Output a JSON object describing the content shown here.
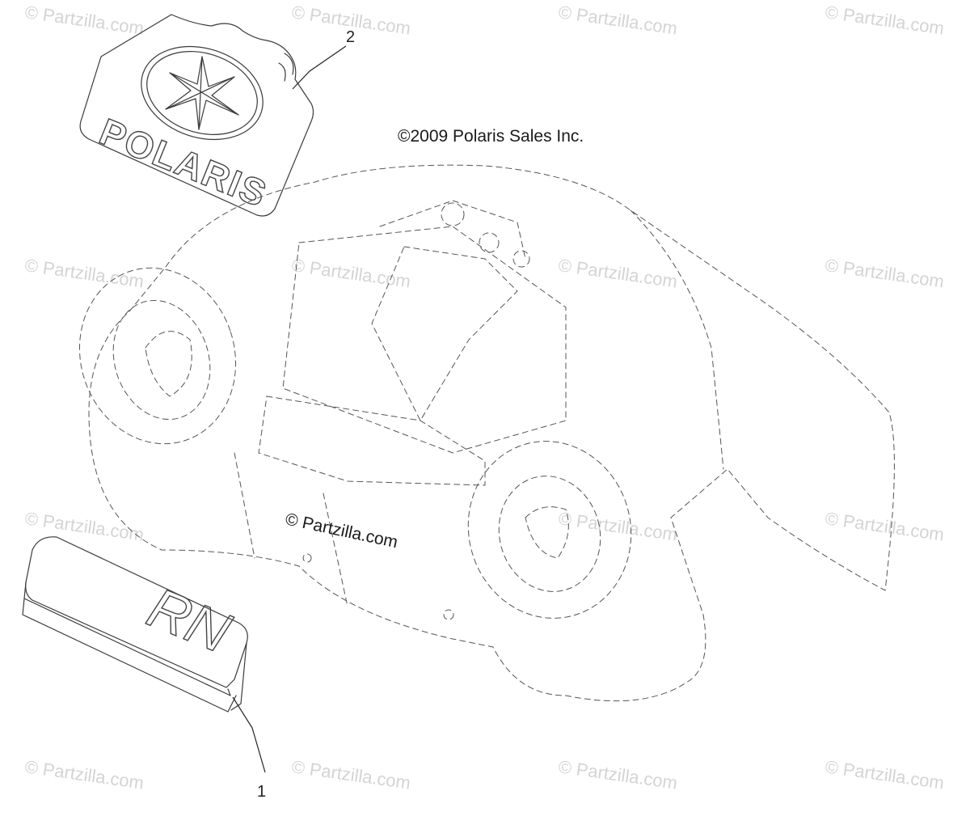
{
  "copyright": "©2009 Polaris Sales Inc.",
  "center_watermark": "© Partzilla.com",
  "watermark_text": "© Partzilla.com",
  "callouts": {
    "part_1": "1",
    "part_2": "2"
  },
  "decal_1": {
    "text": "RN"
  },
  "decal_2": {
    "text": "POLARIS"
  },
  "colors": {
    "line": "#3a3a3a",
    "watermark": "#d4d4d4",
    "background": "#ffffff"
  }
}
